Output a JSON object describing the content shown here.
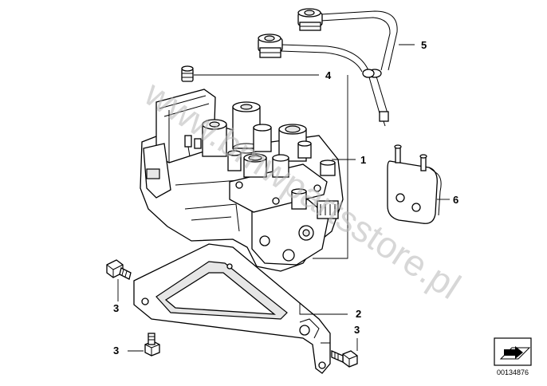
{
  "watermark": "www.bmwpartsstore.pl",
  "callouts": [
    "1",
    "2",
    "3",
    "3",
    "3",
    "4",
    "5",
    "6"
  ],
  "reference_number": "00134876",
  "icons": {
    "badge": "arrow-box-icon"
  }
}
